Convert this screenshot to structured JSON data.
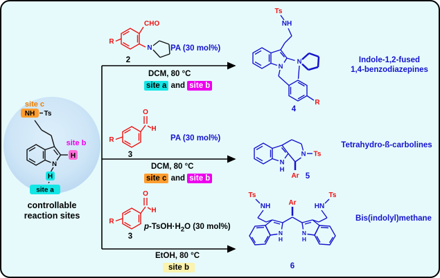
{
  "figure": {
    "background": "#e6fafc",
    "border_color": "#000000"
  },
  "colors": {
    "structure_blue": "#1414cc",
    "red": "#ee1111",
    "magenta": "#ee00ee",
    "orange": "#ff9d2e",
    "cyan_highlight": "#14e6e6",
    "yellow_highlight": "#fbf3ae"
  },
  "substrate": {
    "site_c": "site c",
    "nh_label": "NH",
    "ts_label": "Ts",
    "site_b": "site b",
    "c2_h": "H",
    "n_label": "N",
    "n_h": "H",
    "site_a": "site a",
    "caption_line1": "controllable",
    "caption_line2": "reaction sites"
  },
  "pathway_top": {
    "reagent": {
      "cho": "CHO",
      "r": "R",
      "n": "N",
      "number": "2"
    },
    "catalyst": "PA (30 mol%)",
    "conditions": "DCM, 80 °C",
    "site_first": "site a",
    "conjunction": "and",
    "site_second": "site b",
    "product": {
      "ts": "Ts",
      "nh": "NH",
      "n_indole": "N",
      "n_ring": "N",
      "r": "R",
      "number": "4"
    },
    "label_line1": "Indole-1,2-fused",
    "label_line2": "1,4-benzodiazepines"
  },
  "pathway_middle": {
    "reagent": {
      "o": "O",
      "h": "H",
      "r": "R",
      "number": "3"
    },
    "catalyst": "PA (30 mol%)",
    "conditions": "DCM, 80 °C",
    "site_first": "site c",
    "conjunction": "and",
    "site_second": "site b",
    "product": {
      "n_ring": "N",
      "ts": "Ts",
      "n_indole": "N",
      "h_indole": "H",
      "ar": "Ar",
      "number": "5"
    },
    "label": "Tetrahydro-ß-carbolines"
  },
  "pathway_bottom": {
    "reagent": {
      "o": "O",
      "h": "H",
      "r": "R",
      "number": "3"
    },
    "catalyst_italic": "p",
    "catalyst_main": "-TsOH·H",
    "catalyst_sub": "2",
    "catalyst_tail": "O (30 mol%)",
    "conditions": "EtOH, 80 °C",
    "site": "site b",
    "product": {
      "ts_left": "Ts",
      "nh_left": "NH",
      "ar": "Ar",
      "hn_right": "HN",
      "ts_right": "Ts",
      "n_left": "N",
      "h_left": "H",
      "n_right": "N",
      "h_right": "H",
      "number": "6"
    },
    "label": "Bis(indolyl)methane"
  }
}
